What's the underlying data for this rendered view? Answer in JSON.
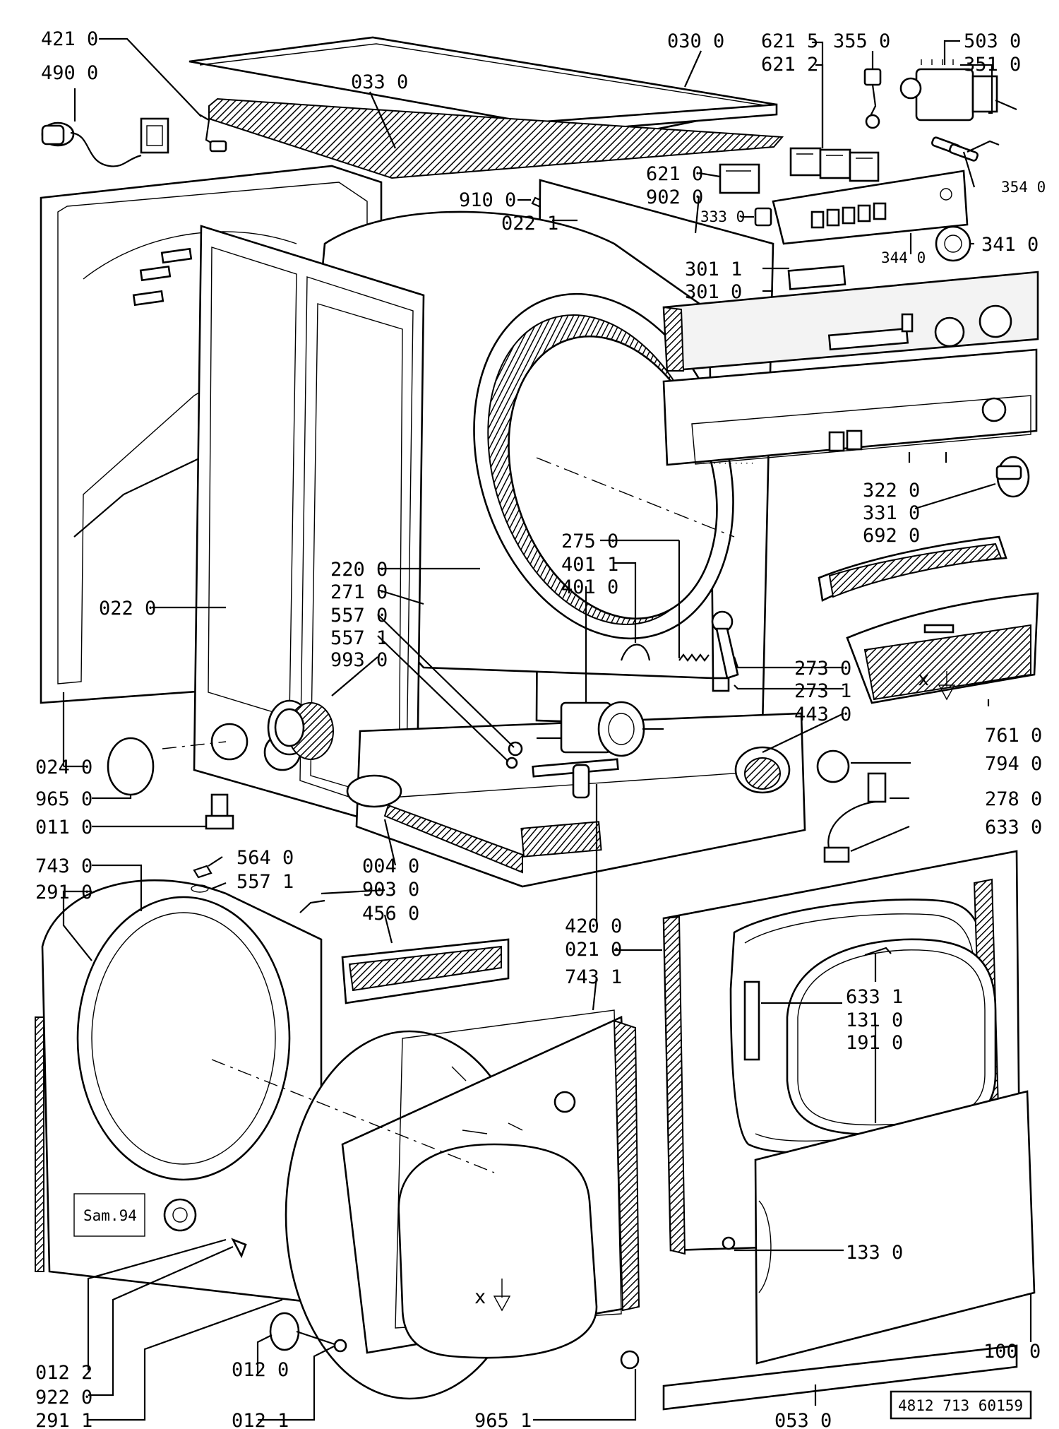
{
  "drawing_number": "4812 713 60159",
  "signature": "Sam.94",
  "labels": [
    {
      "id": "l4210",
      "text": "421 0"
    },
    {
      "id": "l4900",
      "text": "490 0"
    },
    {
      "id": "l0330",
      "text": "033 0"
    },
    {
      "id": "l0300",
      "text": "030 0"
    },
    {
      "id": "l6215",
      "text": "621 5"
    },
    {
      "id": "l6212",
      "text": "621 2"
    },
    {
      "id": "l3550",
      "text": "355 0"
    },
    {
      "id": "l5030",
      "text": "503 0"
    },
    {
      "id": "l3510",
      "text": "351 0"
    },
    {
      "id": "l6210",
      "text": "621 0"
    },
    {
      "id": "l9020",
      "text": "902 0"
    },
    {
      "id": "l3540",
      "text": "354 0"
    },
    {
      "id": "l9100",
      "text": "910 0"
    },
    {
      "id": "l0221",
      "text": "022 1"
    },
    {
      "id": "l3330",
      "text": "333 0"
    },
    {
      "id": "l3440",
      "text": "344 0"
    },
    {
      "id": "l3410",
      "text": "341 0"
    },
    {
      "id": "l3011",
      "text": "301 1"
    },
    {
      "id": "l3010",
      "text": "301 0"
    },
    {
      "id": "l3220",
      "text": "322 0"
    },
    {
      "id": "l3310",
      "text": "331 0"
    },
    {
      "id": "l6920",
      "text": "692 0"
    },
    {
      "id": "l2750",
      "text": "275 0"
    },
    {
      "id": "l4011",
      "text": "401 1"
    },
    {
      "id": "l4010",
      "text": "401 0"
    },
    {
      "id": "l2200",
      "text": "220 0"
    },
    {
      "id": "l2710",
      "text": "271 0"
    },
    {
      "id": "l5570",
      "text": "557 0"
    },
    {
      "id": "l5571",
      "text": "557 1"
    },
    {
      "id": "l9930",
      "text": "993 0"
    },
    {
      "id": "l0220",
      "text": "022 0"
    },
    {
      "id": "l2730",
      "text": "273 0"
    },
    {
      "id": "l2731",
      "text": "273 1"
    },
    {
      "id": "l4430",
      "text": "443 0"
    },
    {
      "id": "l7610",
      "text": "761 0"
    },
    {
      "id": "l0240",
      "text": "024 0"
    },
    {
      "id": "l7940",
      "text": "794 0"
    },
    {
      "id": "l9650",
      "text": "965 0"
    },
    {
      "id": "l2780",
      "text": "278 0"
    },
    {
      "id": "l0110",
      "text": "011 0"
    },
    {
      "id": "l6330",
      "text": "633 0"
    },
    {
      "id": "l7430",
      "text": "743 0"
    },
    {
      "id": "l5640",
      "text": "564 0"
    },
    {
      "id": "l5571b",
      "text": "557 1"
    },
    {
      "id": "l2910",
      "text": "291 0"
    },
    {
      "id": "l0040",
      "text": "004 0"
    },
    {
      "id": "l9030",
      "text": "903 0"
    },
    {
      "id": "l4560",
      "text": "456 0"
    },
    {
      "id": "l4200",
      "text": "420 0"
    },
    {
      "id": "l0210",
      "text": "021 0"
    },
    {
      "id": "l7431",
      "text": "743 1"
    },
    {
      "id": "l6331",
      "text": "633 1"
    },
    {
      "id": "l1310",
      "text": "131 0"
    },
    {
      "id": "l1910",
      "text": "191 0"
    },
    {
      "id": "l1330",
      "text": "133 0"
    },
    {
      "id": "l0122",
      "text": "012 2"
    },
    {
      "id": "l9220",
      "text": "922 0"
    },
    {
      "id": "l2911",
      "text": "291 1"
    },
    {
      "id": "l0120",
      "text": "012 0"
    },
    {
      "id": "l0121",
      "text": "012 1"
    },
    {
      "id": "l9651",
      "text": "965 1"
    },
    {
      "id": "l0530",
      "text": "053 0"
    },
    {
      "id": "l1000",
      "text": "100 0"
    }
  ],
  "arrow_marks": [
    {
      "id": "x1",
      "text": "x"
    },
    {
      "id": "x2",
      "text": "x"
    }
  ]
}
